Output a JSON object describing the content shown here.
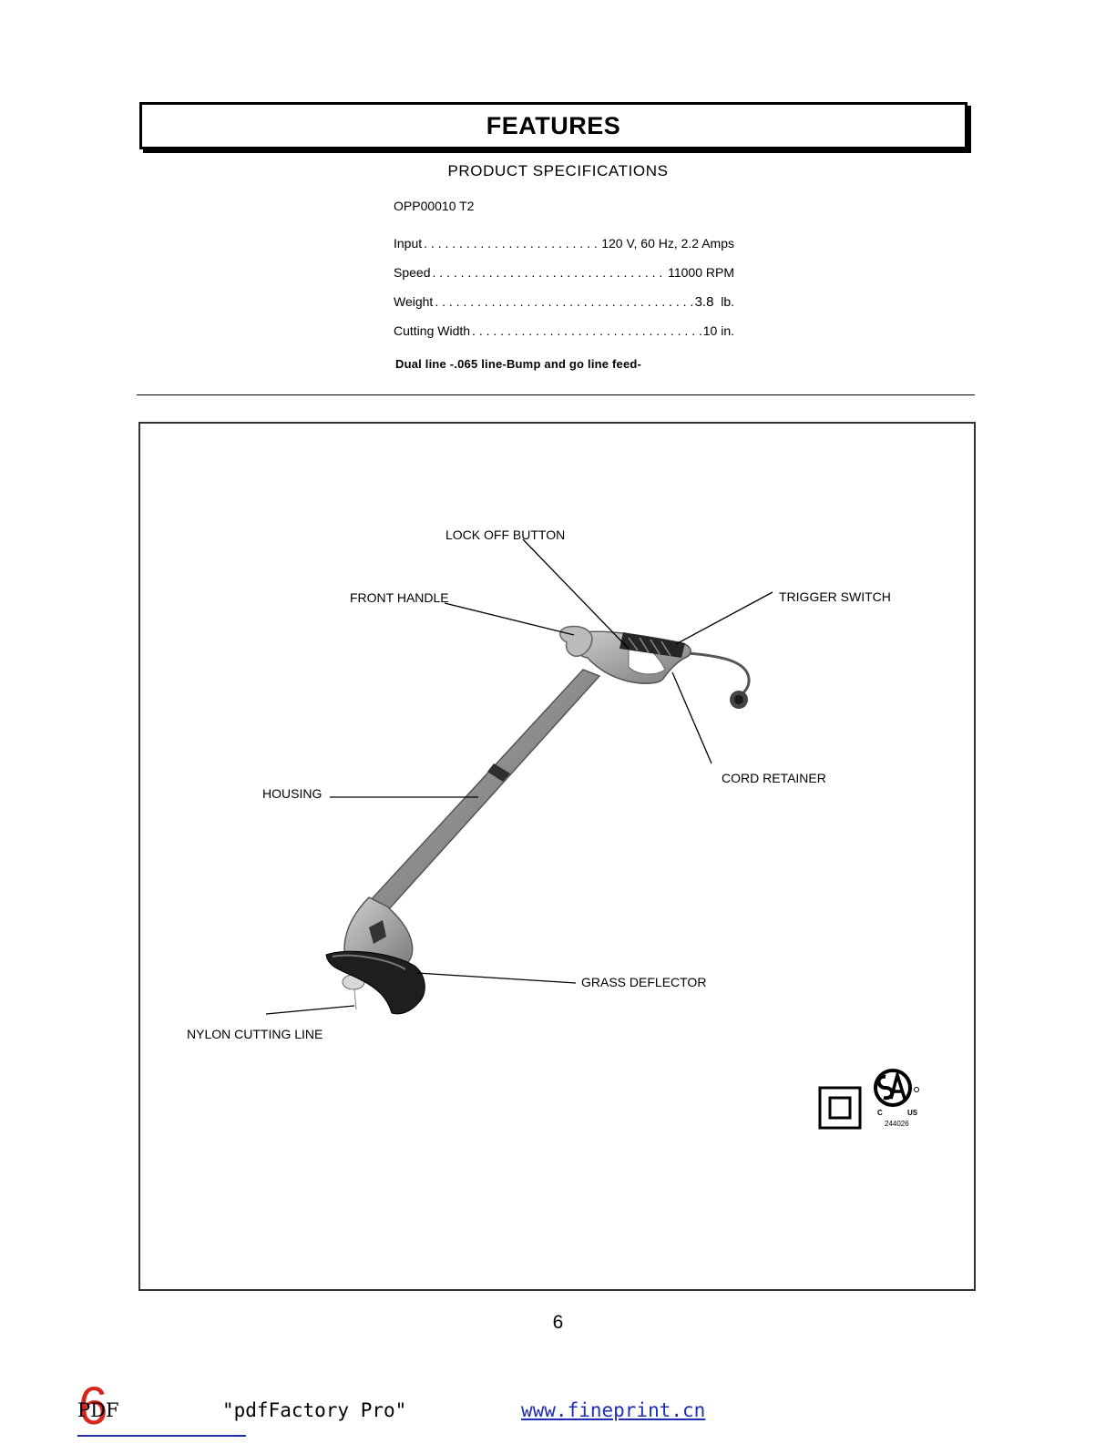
{
  "header": {
    "title": "FEATURES"
  },
  "specifications": {
    "heading": "PRODUCT SPECIFICATIONS",
    "model": "OPP00010  T2",
    "rows": [
      {
        "label": "Input",
        "value": "120 V, 60 Hz, 2.2 Amps"
      },
      {
        "label": "Speed",
        "value": "11000 RPM"
      },
      {
        "label": "Weight",
        "value_strong": "3.8",
        "value_unit": "lb."
      },
      {
        "label": "Cutting Width",
        "value": "10 in."
      }
    ],
    "feature_line": "Dual line -.065 line-Bump and go line feed-"
  },
  "diagram": {
    "callouts": {
      "lock_off_button": "LOCK OFF BUTTON",
      "front_handle": "FRONT HANDLE",
      "trigger_switch": "TRIGGER SWITCH",
      "cord_retainer": "CORD RETAINER",
      "housing": "HOUSING",
      "grass_deflector": "GRASS DEFLECTOR",
      "nylon_cutting_line": "NYLON CUTTING LINE"
    },
    "csa_mark": {
      "country_left": "C",
      "country_right": "US",
      "number": "244026"
    }
  },
  "page_number": "6",
  "footer": {
    "pdf_label": "PDF",
    "page_digit": "6",
    "product": "\"pdfFactory Pro\"",
    "link": "www.fineprint.cn"
  }
}
